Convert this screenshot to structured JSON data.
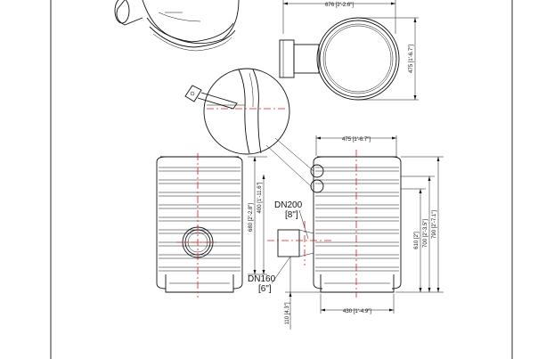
{
  "top_view": {
    "width_dim": "676 [2'-2.6\"]",
    "depth_dim": "475 [1'-6.7\"]"
  },
  "side_view": {
    "body_height_dim": "680 [2'-2.8\"]",
    "shoulder_dim": "400 [1'-11.6\"]"
  },
  "front_view": {
    "top_width_dim": "475 [1'-6.7\"]",
    "bottom_width_dim": "430 [1'-4.9\"]",
    "inlet_height_dim": "610 [2']",
    "outlet_height_dim": "700 [2'-3.5\"]",
    "total_height_dim": "790 [2'-7.1\"]",
    "base_dim": "110 [4.3\"]"
  },
  "pipes": {
    "outlet_label": "DN200",
    "outlet_inch": "[8\"]",
    "inlet_label": "DN160",
    "inlet_inch": "[6\"]"
  },
  "colors": {
    "line": "#111111",
    "centerline": "#e0181c",
    "background": "#ffffff"
  }
}
